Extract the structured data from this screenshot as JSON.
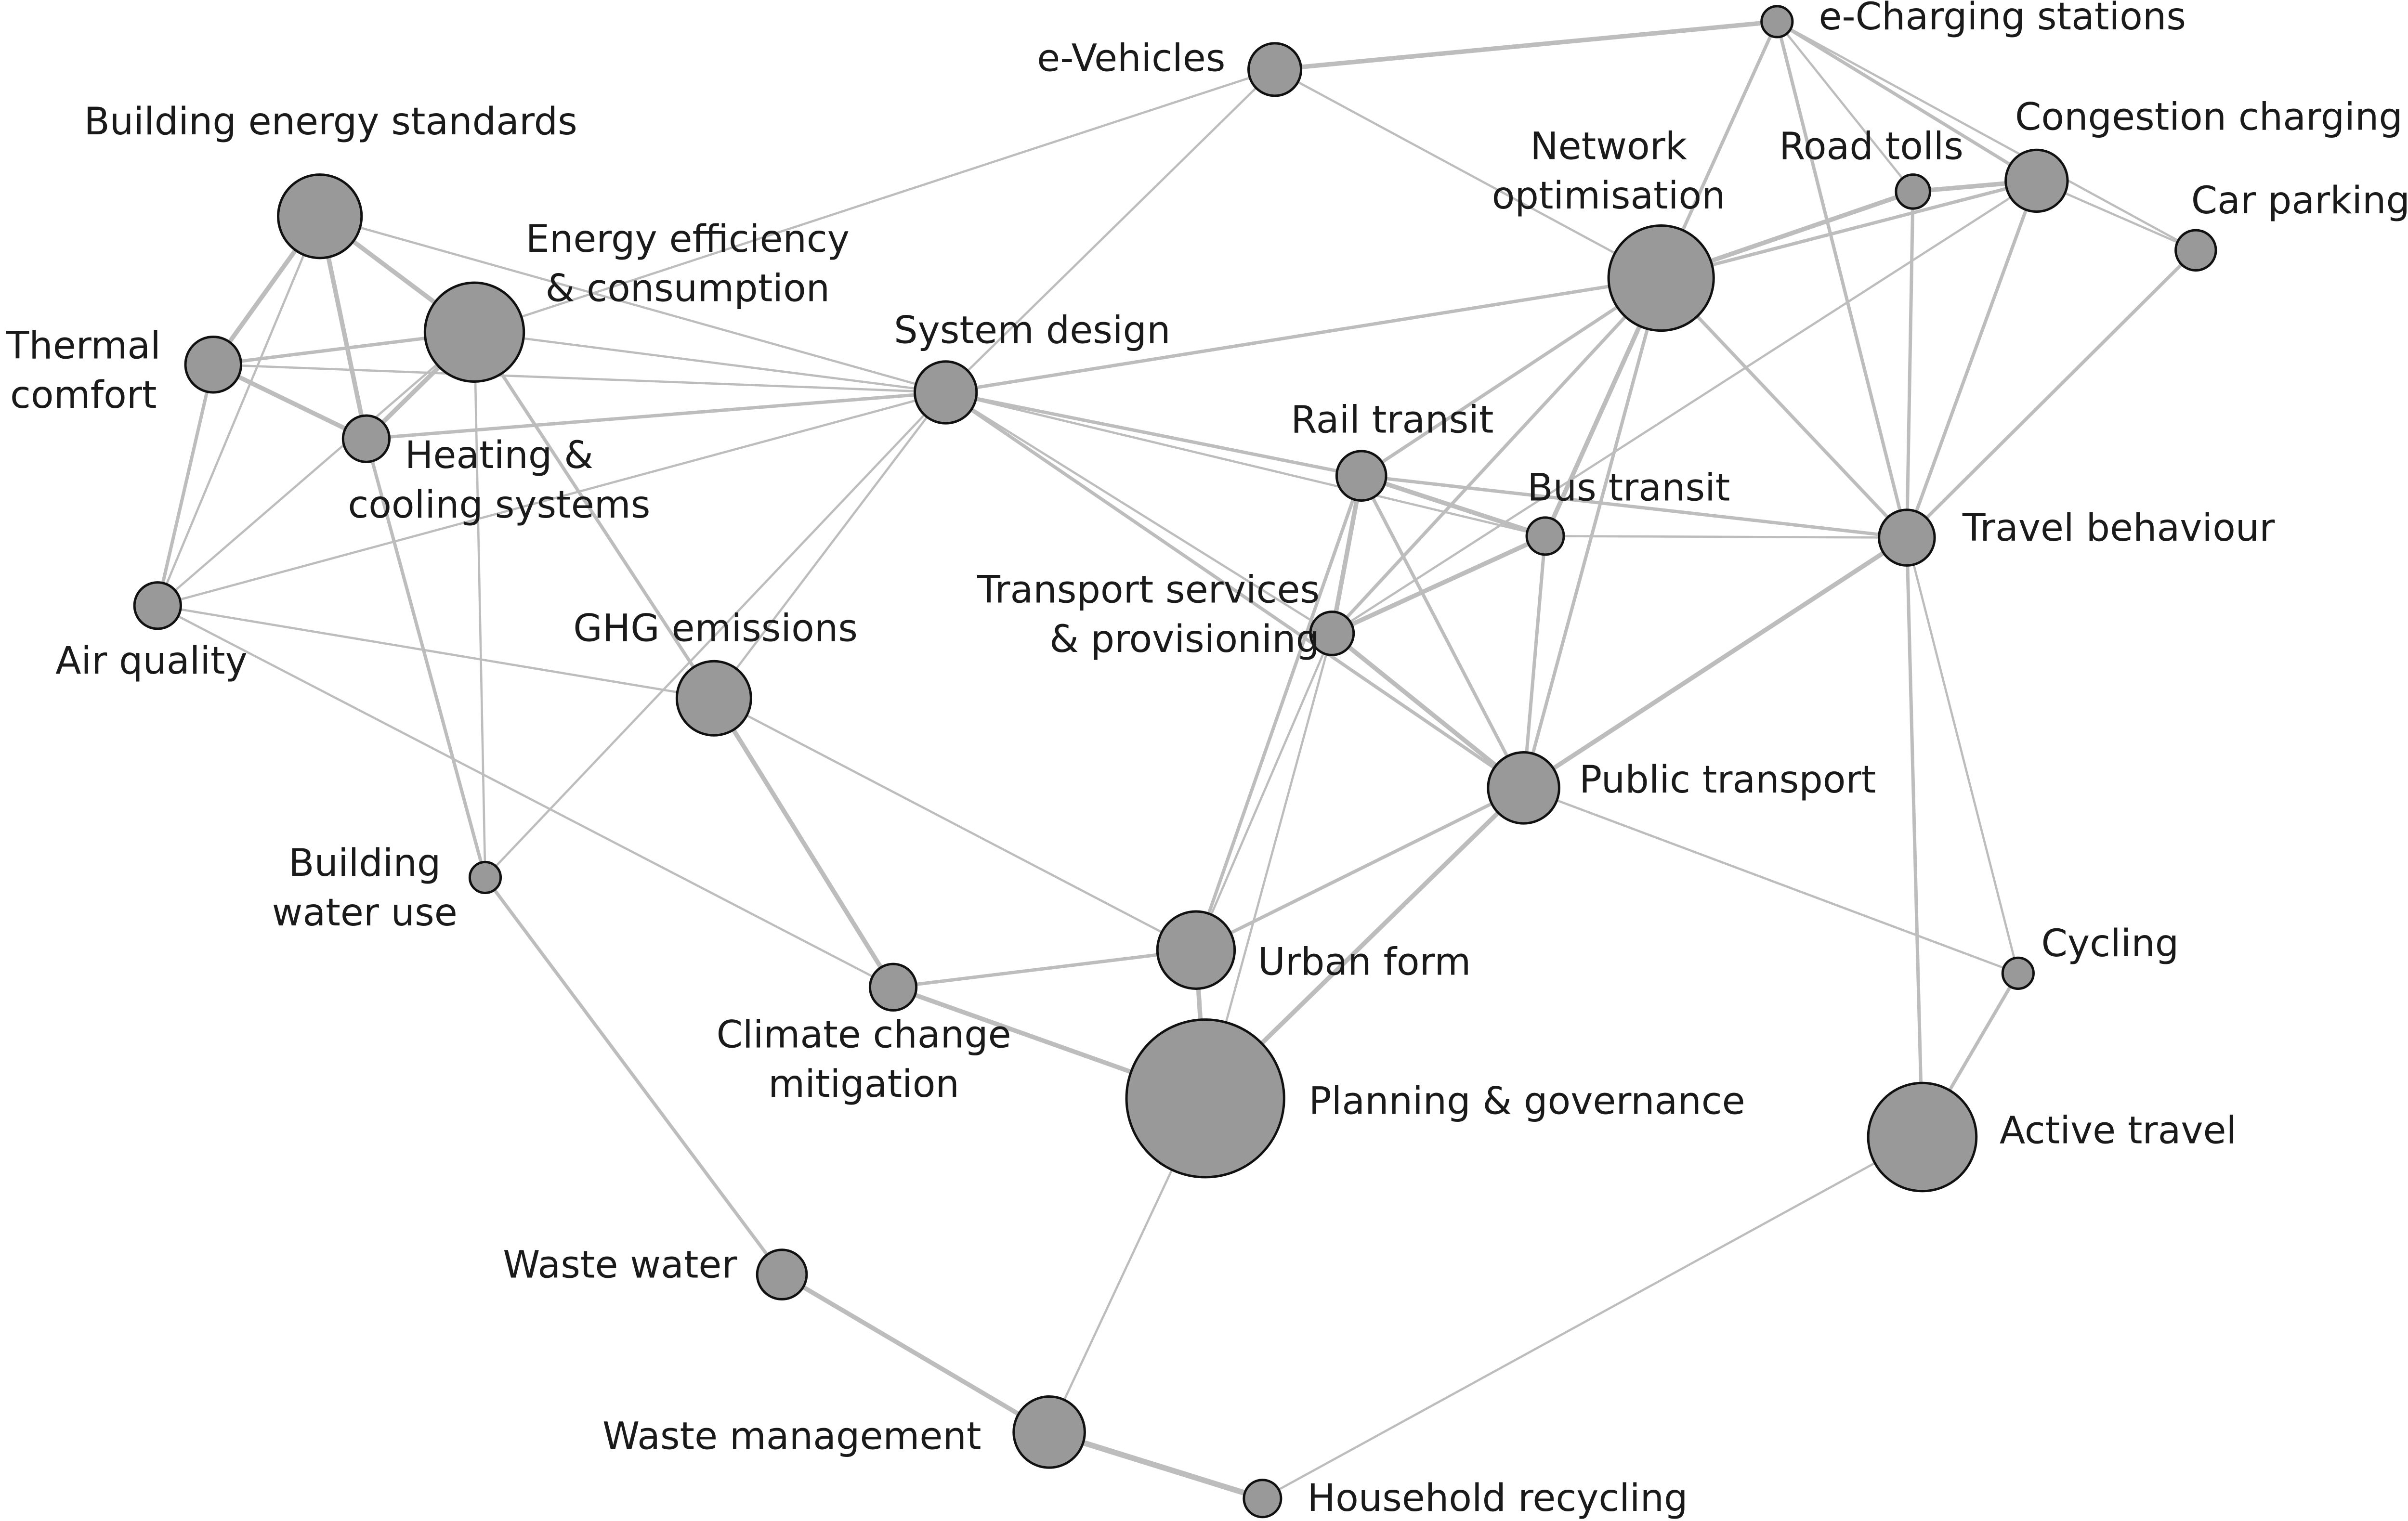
{
  "diagram": {
    "type": "network",
    "colors": {
      "node_fill": "#999999",
      "node_stroke": "#111111",
      "edge": "#bdbdbd",
      "text": "#1a1a1a"
    },
    "nodes": [
      {
        "id": "building-energy-standards",
        "label_lines": [
          "Building energy standards"
        ]
      },
      {
        "id": "thermal-comfort",
        "label_lines": [
          "Thermal",
          "comfort"
        ]
      },
      {
        "id": "energy-efficiency",
        "label_lines": [
          "Energy efficiency",
          "& consumption"
        ]
      },
      {
        "id": "heating-cooling",
        "label_lines": [
          "Heating &",
          "cooling systems"
        ]
      },
      {
        "id": "air-quality",
        "label_lines": [
          "Air quality"
        ]
      },
      {
        "id": "ghg-emissions",
        "label_lines": [
          "GHG emissions"
        ]
      },
      {
        "id": "building-water-use",
        "label_lines": [
          "Building",
          "water use"
        ]
      },
      {
        "id": "climate-change-mitigation",
        "label_lines": [
          "Climate change",
          "mitigation"
        ]
      },
      {
        "id": "system-design",
        "label_lines": [
          "System design"
        ]
      },
      {
        "id": "e-vehicles",
        "label_lines": [
          "e-Vehicles"
        ]
      },
      {
        "id": "e-charging-stations",
        "label_lines": [
          "e-Charging stations"
        ]
      },
      {
        "id": "network-optimisation",
        "label_lines": [
          "Network",
          "optimisation"
        ]
      },
      {
        "id": "road-tolls",
        "label_lines": [
          "Road tolls"
        ]
      },
      {
        "id": "congestion-charging",
        "label_lines": [
          "Congestion charging"
        ]
      },
      {
        "id": "car-parking",
        "label_lines": [
          "Car parking"
        ]
      },
      {
        "id": "rail-transit",
        "label_lines": [
          "Rail transit"
        ]
      },
      {
        "id": "bus-transit",
        "label_lines": [
          "Bus transit"
        ]
      },
      {
        "id": "transport-services",
        "label_lines": [
          "Transport services",
          "& provisioning"
        ]
      },
      {
        "id": "travel-behaviour",
        "label_lines": [
          "Travel behaviour"
        ]
      },
      {
        "id": "public-transport",
        "label_lines": [
          "Public transport"
        ]
      },
      {
        "id": "urban-form",
        "label_lines": [
          "Urban form"
        ]
      },
      {
        "id": "planning-governance",
        "label_lines": [
          "Planning & governance"
        ]
      },
      {
        "id": "cycling",
        "label_lines": [
          "Cycling"
        ]
      },
      {
        "id": "active-travel",
        "label_lines": [
          "Active travel"
        ]
      },
      {
        "id": "waste-water",
        "label_lines": [
          "Waste water"
        ]
      },
      {
        "id": "waste-management",
        "label_lines": [
          "Waste management"
        ]
      },
      {
        "id": "household-recycling",
        "label_lines": [
          "Household recycling"
        ]
      }
    ],
    "edges": [
      {
        "source": "building-energy-standards",
        "target": "energy-efficiency",
        "weight": 3
      },
      {
        "source": "building-energy-standards",
        "target": "thermal-comfort",
        "weight": 3
      },
      {
        "source": "building-energy-standards",
        "target": "heating-cooling",
        "weight": 3
      },
      {
        "source": "building-energy-standards",
        "target": "system-design",
        "weight": 1
      },
      {
        "source": "building-energy-standards",
        "target": "air-quality",
        "weight": 1
      },
      {
        "source": "thermal-comfort",
        "target": "energy-efficiency",
        "weight": 2
      },
      {
        "source": "thermal-comfort",
        "target": "heating-cooling",
        "weight": 3
      },
      {
        "source": "thermal-comfort",
        "target": "system-design",
        "weight": 1
      },
      {
        "source": "thermal-comfort",
        "target": "air-quality",
        "weight": 2
      },
      {
        "source": "energy-efficiency",
        "target": "heating-cooling",
        "weight": 3
      },
      {
        "source": "energy-efficiency",
        "target": "system-design",
        "weight": 1
      },
      {
        "source": "energy-efficiency",
        "target": "ghg-emissions",
        "weight": 2
      },
      {
        "source": "energy-efficiency",
        "target": "building-water-use",
        "weight": 1
      },
      {
        "source": "energy-efficiency",
        "target": "air-quality",
        "weight": 1
      },
      {
        "source": "energy-efficiency",
        "target": "e-vehicles",
        "weight": 1
      },
      {
        "source": "heating-cooling",
        "target": "system-design",
        "weight": 2
      },
      {
        "source": "heating-cooling",
        "target": "building-water-use",
        "weight": 2
      },
      {
        "source": "air-quality",
        "target": "system-design",
        "weight": 1
      },
      {
        "source": "air-quality",
        "target": "ghg-emissions",
        "weight": 1
      },
      {
        "source": "air-quality",
        "target": "climate-change-mitigation",
        "weight": 1
      },
      {
        "source": "ghg-emissions",
        "target": "climate-change-mitigation",
        "weight": 3
      },
      {
        "source": "ghg-emissions",
        "target": "urban-form",
        "weight": 1
      },
      {
        "source": "ghg-emissions",
        "target": "system-design",
        "weight": 1
      },
      {
        "source": "building-water-use",
        "target": "system-design",
        "weight": 1
      },
      {
        "source": "building-water-use",
        "target": "waste-water",
        "weight": 2
      },
      {
        "source": "climate-change-mitigation",
        "target": "urban-form",
        "weight": 2
      },
      {
        "source": "climate-change-mitigation",
        "target": "planning-governance",
        "weight": 3
      },
      {
        "source": "system-design",
        "target": "e-vehicles",
        "weight": 1
      },
      {
        "source": "system-design",
        "target": "network-optimisation",
        "weight": 2
      },
      {
        "source": "system-design",
        "target": "rail-transit",
        "weight": 2
      },
      {
        "source": "system-design",
        "target": "bus-transit",
        "weight": 1
      },
      {
        "source": "system-design",
        "target": "transport-services",
        "weight": 1
      },
      {
        "source": "system-design",
        "target": "public-transport",
        "weight": 2
      },
      {
        "source": "e-vehicles",
        "target": "e-charging-stations",
        "weight": 3
      },
      {
        "source": "e-vehicles",
        "target": "network-optimisation",
        "weight": 1
      },
      {
        "source": "e-charging-stations",
        "target": "network-optimisation",
        "weight": 2
      },
      {
        "source": "e-charging-stations",
        "target": "congestion-charging",
        "weight": 2
      },
      {
        "source": "e-charging-stations",
        "target": "car-parking",
        "weight": 1
      },
      {
        "source": "e-charging-stations",
        "target": "road-tolls",
        "weight": 1
      },
      {
        "source": "e-charging-stations",
        "target": "travel-behaviour",
        "weight": 2
      },
      {
        "source": "network-optimisation",
        "target": "road-tolls",
        "weight": 3
      },
      {
        "source": "network-optimisation",
        "target": "congestion-charging",
        "weight": 2
      },
      {
        "source": "network-optimisation",
        "target": "rail-transit",
        "weight": 2
      },
      {
        "source": "network-optimisation",
        "target": "bus-transit",
        "weight": 3
      },
      {
        "source": "network-optimisation",
        "target": "transport-services",
        "weight": 2
      },
      {
        "source": "network-optimisation",
        "target": "public-transport",
        "weight": 2
      },
      {
        "source": "network-optimisation",
        "target": "travel-behaviour",
        "weight": 2
      },
      {
        "source": "road-tolls",
        "target": "congestion-charging",
        "weight": 3
      },
      {
        "source": "road-tolls",
        "target": "travel-behaviour",
        "weight": 2
      },
      {
        "source": "congestion-charging",
        "target": "car-parking",
        "weight": 1
      },
      {
        "source": "congestion-charging",
        "target": "travel-behaviour",
        "weight": 2
      },
      {
        "source": "congestion-charging",
        "target": "transport-services",
        "weight": 1
      },
      {
        "source": "car-parking",
        "target": "travel-behaviour",
        "weight": 2
      },
      {
        "source": "rail-transit",
        "target": "bus-transit",
        "weight": 3
      },
      {
        "source": "rail-transit",
        "target": "transport-services",
        "weight": 3
      },
      {
        "source": "rail-transit",
        "target": "public-transport",
        "weight": 2
      },
      {
        "source": "rail-transit",
        "target": "travel-behaviour",
        "weight": 2
      },
      {
        "source": "rail-transit",
        "target": "urban-form",
        "weight": 2
      },
      {
        "source": "bus-transit",
        "target": "transport-services",
        "weight": 3
      },
      {
        "source": "bus-transit",
        "target": "public-transport",
        "weight": 2
      },
      {
        "source": "bus-transit",
        "target": "travel-behaviour",
        "weight": 1
      },
      {
        "source": "transport-services",
        "target": "public-transport",
        "weight": 3
      },
      {
        "source": "transport-services",
        "target": "urban-form",
        "weight": 1
      },
      {
        "source": "transport-services",
        "target": "planning-governance",
        "weight": 1
      },
      {
        "source": "travel-behaviour",
        "target": "public-transport",
        "weight": 3
      },
      {
        "source": "travel-behaviour",
        "target": "cycling",
        "weight": 1
      },
      {
        "source": "travel-behaviour",
        "target": "active-travel",
        "weight": 2
      },
      {
        "source": "public-transport",
        "target": "urban-form",
        "weight": 2
      },
      {
        "source": "public-transport",
        "target": "planning-governance",
        "weight": 3
      },
      {
        "source": "public-transport",
        "target": "cycling",
        "weight": 1
      },
      {
        "source": "urban-form",
        "target": "planning-governance",
        "weight": 3
      },
      {
        "source": "planning-governance",
        "target": "waste-management",
        "weight": 1
      },
      {
        "source": "cycling",
        "target": "active-travel",
        "weight": 2
      },
      {
        "source": "active-travel",
        "target": "household-recycling",
        "weight": 1
      },
      {
        "source": "waste-water",
        "target": "waste-management",
        "weight": 3
      },
      {
        "source": "waste-management",
        "target": "household-recycling",
        "weight": 4
      }
    ]
  }
}
